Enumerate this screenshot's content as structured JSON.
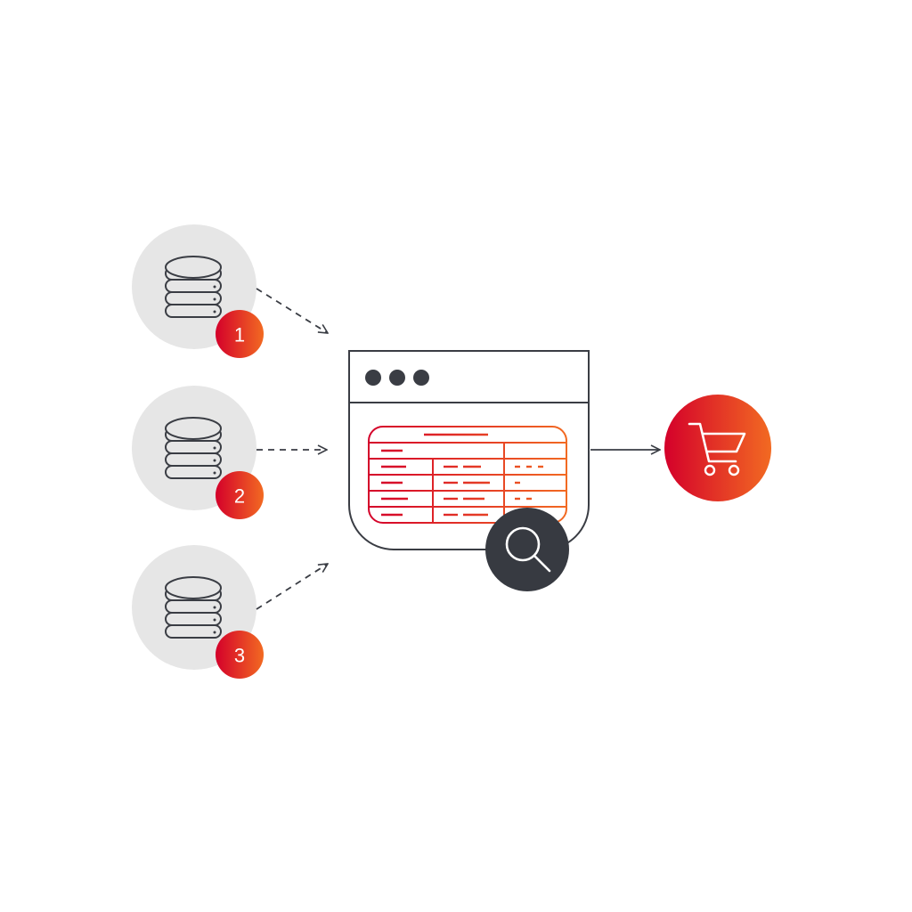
{
  "colors": {
    "background": "#ffffff",
    "source_circle": "#e6e6e6",
    "outline": "#3a3d44",
    "accent_start": "#d4002a",
    "accent_end": "#f26a22",
    "search_circle": "#373a41",
    "icon_on_dark": "#ffffff"
  },
  "sources": [
    {
      "badge": "1",
      "icon": "database-icon"
    },
    {
      "badge": "2",
      "icon": "database-icon"
    },
    {
      "badge": "3",
      "icon": "database-icon"
    }
  ],
  "app_window": {
    "icon": "browser-window-icon",
    "content": "data-table-icon",
    "overlay_icon": "search-icon"
  },
  "destination": {
    "icon": "shopping-cart-icon"
  }
}
